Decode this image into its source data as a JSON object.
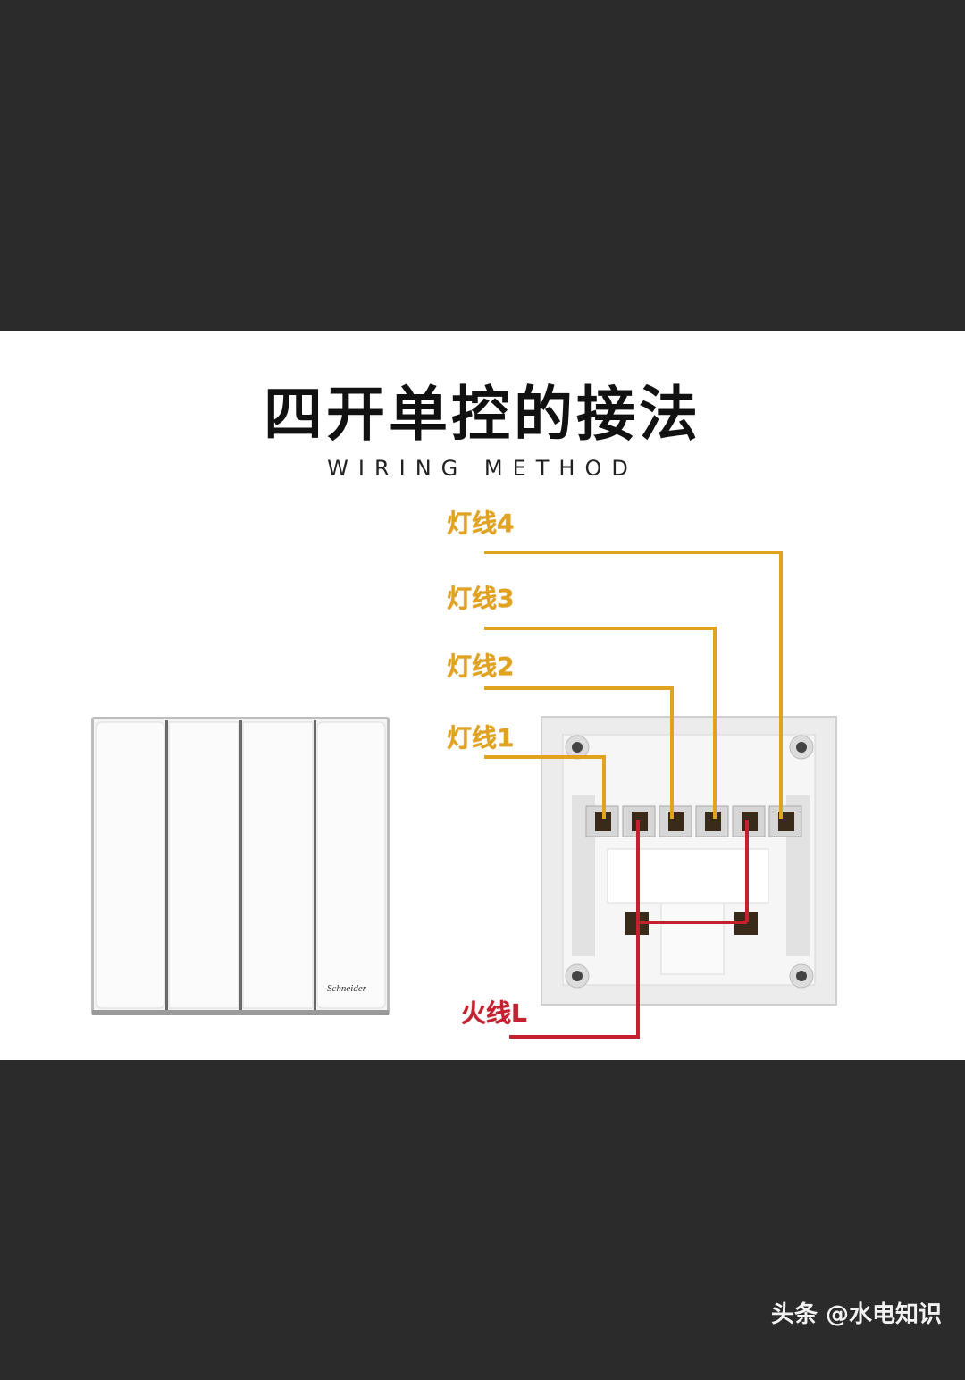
{
  "title": "四开单控的接法",
  "subtitle": "WIRING METHOD",
  "wire_labels": {
    "light4": "灯线4",
    "light3": "灯线3",
    "light2": "灯线2",
    "light1": "灯线1",
    "live": "火线L"
  },
  "switch_brand": "Schneider",
  "watermark": "头条 @水电知识",
  "colors": {
    "light_wire": "#e0a21f",
    "live_wire": "#c42030",
    "background_dark": "#2b2b2b",
    "panel": "#ffffff"
  }
}
